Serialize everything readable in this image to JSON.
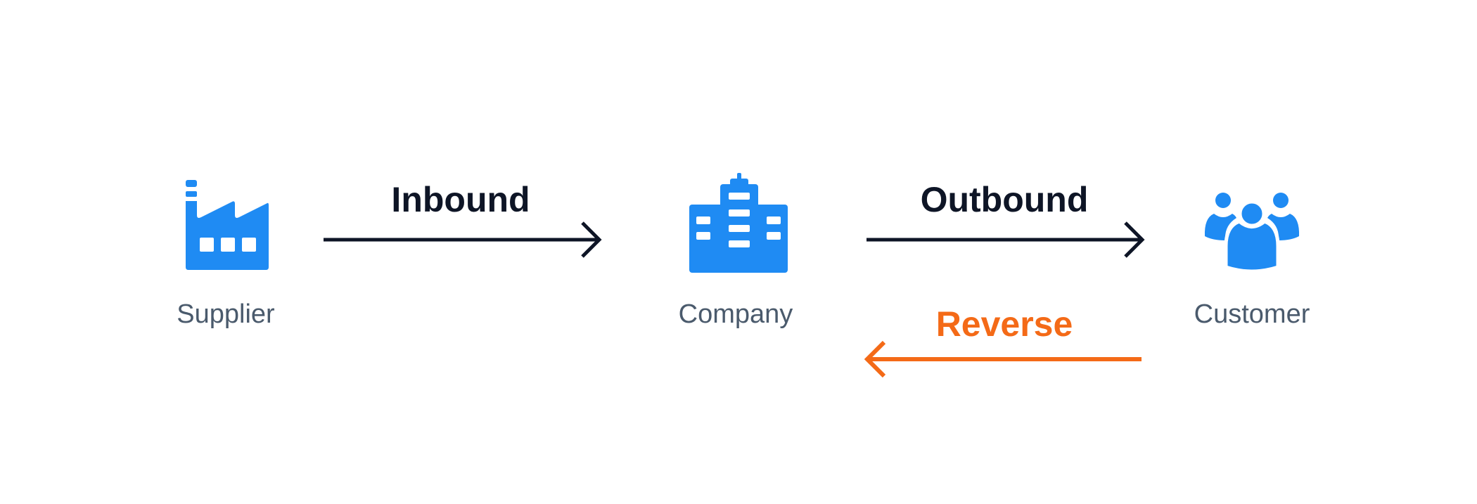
{
  "colors": {
    "icon": "#1f8bf3",
    "flow": "#0e1526",
    "reverse": "#f46a17",
    "node_label": "#4a5a6c",
    "background": "#ffffff"
  },
  "nodes": {
    "supplier": {
      "label": "Supplier",
      "icon": "factory-icon"
    },
    "company": {
      "label": "Company",
      "icon": "office-building-icon"
    },
    "customer": {
      "label": "Customer",
      "icon": "people-group-icon"
    }
  },
  "flows": {
    "inbound": {
      "label": "Inbound",
      "direction": "right"
    },
    "outbound": {
      "label": "Outbound",
      "direction": "right"
    },
    "reverse": {
      "label": "Reverse",
      "direction": "left"
    }
  }
}
